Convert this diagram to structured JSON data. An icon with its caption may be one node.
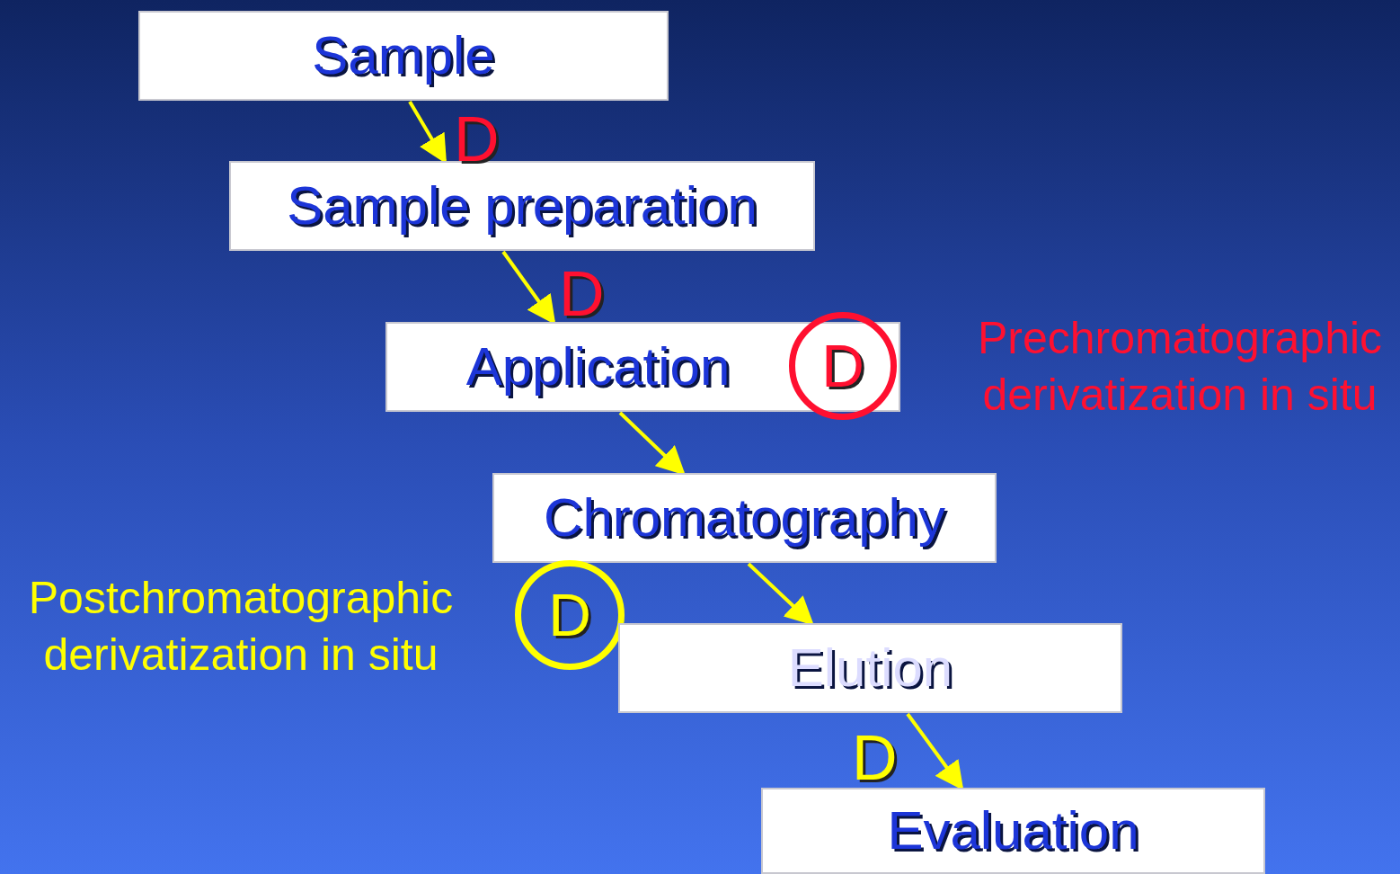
{
  "diagram": {
    "nodes": [
      {
        "text": [
          "Sample"
        ]
      },
      {
        "text": [
          "Sample preparation"
        ]
      },
      {
        "text": [
          "Application"
        ]
      },
      {
        "text": [
          "D"
        ]
      },
      {
        "text": [
          "Chromatography"
        ]
      },
      {
        "text": [
          "D"
        ]
      },
      {
        "text": [
          "Elution"
        ]
      },
      {
        "text": [
          "Evaluation"
        ]
      }
    ],
    "edges": [
      {
        "from": 0,
        "to": 1,
        "arrow": "to"
      },
      {
        "from": 1,
        "to": 2,
        "arrow": "to"
      },
      {
        "from": 2,
        "to": 4,
        "arrow": "to"
      },
      {
        "from": 4,
        "to": 6,
        "arrow": "to"
      },
      {
        "from": 6,
        "to": 7,
        "arrow": "to"
      }
    ],
    "labels": [
      "D",
      "D",
      "Prechromatographic derivatization in situ",
      "Postchromatographic derivatization in situ",
      "D"
    ]
  }
}
